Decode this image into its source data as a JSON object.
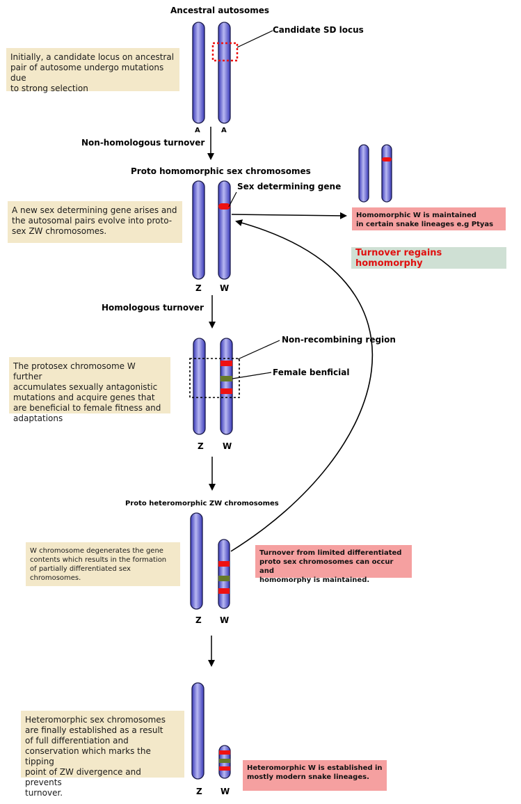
{
  "labels": {
    "ancestral_title": "Ancestral autosomes",
    "candidate_sd_locus": "Candidate SD locus",
    "autosome_a1": "A",
    "autosome_a2": "A",
    "non_homologous_turnover": "Non-homologous turnover",
    "proto_homomorphic_title": "Proto homomorphic sex chromosomes",
    "sex_determining_gene": "Sex determining gene",
    "stage2_z": "Z",
    "stage2_w": "W",
    "homologous_turnover": "Homologous turnover",
    "non_recombining_region": "Non-recombining region",
    "female_beneficial": "Female benficial",
    "stage3_z": "Z",
    "stage3_w": "W",
    "proto_heteromorphic_title": "Proto heteromorphic ZW chromosomes",
    "stage4_z": "Z",
    "stage4_w": "W",
    "stage5_z": "Z",
    "stage5_w": "W"
  },
  "notes": {
    "initial": "Initially, a candidate locus on ancestral\npair of autosome undergo mutations due\nto strong selection",
    "new_sd_gene": "A new sex determining gene arises and\nthe autosomal pairs evolve into proto-\nsex ZW chromosomes.",
    "protosex_w": "The protosex chromosome W further\naccumulates sexually antagonistic\nmutations  and  acquire genes that\nare beneficial to female fitness and\n adaptations",
    "w_degenerates": "W chromosome degenerates the gene\ncontents which results in the formation\nof partially differentiated sex\nchromosomes.",
    "heteromorphic": "Heteromorphic sex chromosomes\nare finally established as a result\nof full differentiation and\nconservation which marks the tipping\npoint of ZW divergence and prevents\nturnover."
  },
  "callouts": {
    "homomorphic_w": "Homomorphic W is maintained\nin certain snake lineages e.g Ptyas",
    "turnover_regains": "Turnover regains homomorphy",
    "turnover_limited": "Turnover from limited differentiated\nproto sex  chromosomes can occur and\nhomomorphy is maintained.",
    "heteromorphic_w": "Heteromorphic W is established in\nmostly modern snake lineages."
  },
  "colors": {
    "chromosome": "#5a5ad6",
    "sd_gene": "#ee1111",
    "female_beneficial_band": "#667a2a",
    "note_bg": "#f3e8c9",
    "callout_bg": "#f5a0a0",
    "green_box_bg": "#cfe0d4"
  }
}
